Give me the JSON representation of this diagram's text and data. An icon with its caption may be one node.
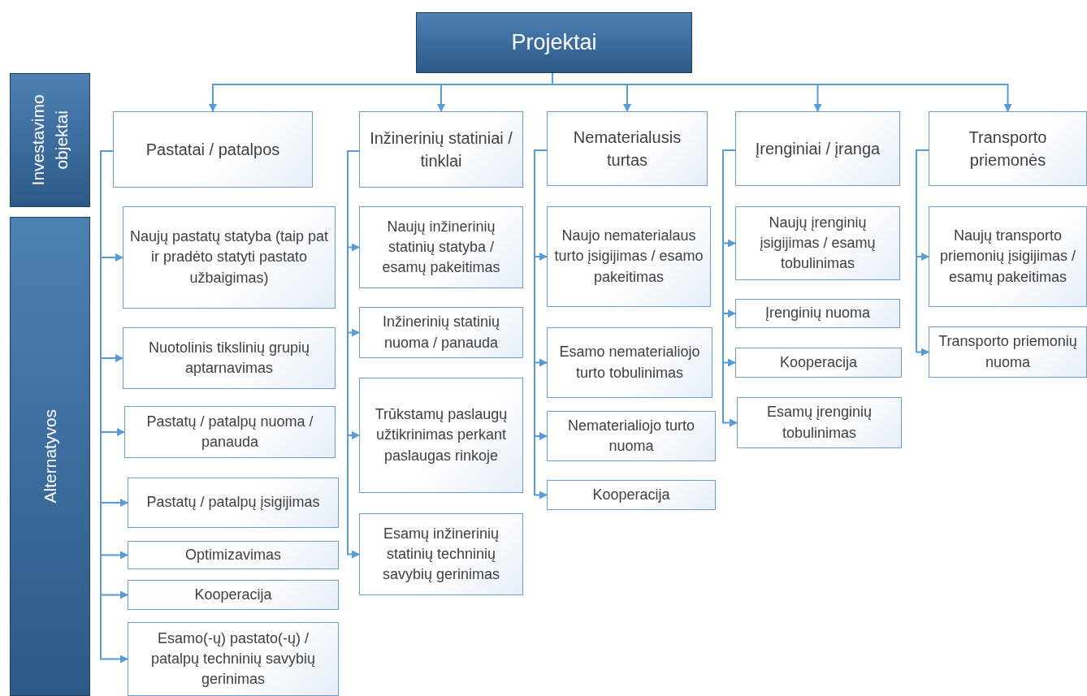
{
  "diagram": {
    "nodes": [
      {
        "text": [
          "Projektai"
        ]
      },
      {
        "text": [
          "Investavimo objektai"
        ]
      },
      {
        "text": [
          "Alternatyvos"
        ]
      },
      {
        "text": [
          "Pastatai / patalpos"
        ]
      },
      {
        "text": [
          "Inžinerinių statiniai / tinklai"
        ]
      },
      {
        "text": [
          "Nematerialusis turtas"
        ]
      },
      {
        "text": [
          "Įrenginiai / įranga"
        ]
      },
      {
        "text": [
          "Transporto priemonės"
        ]
      },
      {
        "text": [
          "Naujų pastatų statyba (taip pat ir pradėto statyti pastato užbaigimas)"
        ]
      },
      {
        "text": [
          "Nuotolinis tikslinių grupių aptarnavimas"
        ]
      },
      {
        "text": [
          "Pastatų / patalpų nuoma / panauda"
        ]
      },
      {
        "text": [
          "Pastatų / patalpų įsigijimas"
        ]
      },
      {
        "text": [
          "Optimizavimas"
        ]
      },
      {
        "text": [
          "Kooperacija"
        ]
      },
      {
        "text": [
          "Esamo(-ų) pastato(-ų) / patalpų techninių savybių gerinimas"
        ]
      },
      {
        "text": [
          "Naujų inžinerinių statinių statyba / esamų pakeitimas"
        ]
      },
      {
        "text": [
          "Inžinerinių statinių nuoma / panauda"
        ]
      },
      {
        "text": [
          "Trūkstamų paslaugų užtikrinimas perkant paslaugas rinkoje"
        ]
      },
      {
        "text": [
          "Esamų inžinerinių statinių techninių savybių gerinimas"
        ]
      },
      {
        "text": [
          "Naujo nematerialaus turto įsigijimas / esamo pakeitimas"
        ]
      },
      {
        "text": [
          "Esamo nematerialiojo turto tobulinimas"
        ]
      },
      {
        "text": [
          "Nematerialiojo turto nuoma"
        ]
      },
      {
        "text": [
          "Kooperacija"
        ]
      },
      {
        "text": [
          "Naujų įrenginių įsigijimas / esamų tobulinimas"
        ]
      },
      {
        "text": [
          "Įrenginių nuoma"
        ]
      },
      {
        "text": [
          "Kooperacija"
        ]
      },
      {
        "text": [
          "Esamų įrenginių tobulinimas"
        ]
      },
      {
        "text": [
          "Naujų transporto priemonių įsigijimas / esamų pakeitimas"
        ]
      },
      {
        "text": [
          "Transporto priemonių nuoma"
        ]
      }
    ],
    "edges": [
      {
        "from": 0,
        "to": 3,
        "arrow": "to"
      },
      {
        "from": 0,
        "to": 4,
        "arrow": "to"
      },
      {
        "from": 0,
        "to": 5,
        "arrow": "to"
      },
      {
        "from": 0,
        "to": 6,
        "arrow": "to"
      },
      {
        "from": 0,
        "to": 7,
        "arrow": "to"
      },
      {
        "from": 3,
        "to": 8,
        "arrow": "to"
      },
      {
        "from": 3,
        "to": 9,
        "arrow": "to"
      },
      {
        "from": 3,
        "to": 10,
        "arrow": "to"
      },
      {
        "from": 3,
        "to": 11,
        "arrow": "to"
      },
      {
        "from": 3,
        "to": 12,
        "arrow": "to"
      },
      {
        "from": 3,
        "to": 13,
        "arrow": "to"
      },
      {
        "from": 3,
        "to": 14,
        "arrow": "to"
      },
      {
        "from": 4,
        "to": 15,
        "arrow": "to"
      },
      {
        "from": 4,
        "to": 16,
        "arrow": "to"
      },
      {
        "from": 4,
        "to": 17,
        "arrow": "to"
      },
      {
        "from": 4,
        "to": 18,
        "arrow": "to"
      },
      {
        "from": 5,
        "to": 19,
        "arrow": "to"
      },
      {
        "from": 5,
        "to": 20,
        "arrow": "to"
      },
      {
        "from": 5,
        "to": 21,
        "arrow": "to"
      },
      {
        "from": 5,
        "to": 22,
        "arrow": "to"
      },
      {
        "from": 6,
        "to": 23,
        "arrow": "to"
      },
      {
        "from": 6,
        "to": 24,
        "arrow": "to"
      },
      {
        "from": 6,
        "to": 25,
        "arrow": "to"
      },
      {
        "from": 6,
        "to": 26,
        "arrow": "to"
      },
      {
        "from": 7,
        "to": 27,
        "arrow": "to"
      },
      {
        "from": 7,
        "to": 28,
        "arrow": "to"
      }
    ]
  }
}
